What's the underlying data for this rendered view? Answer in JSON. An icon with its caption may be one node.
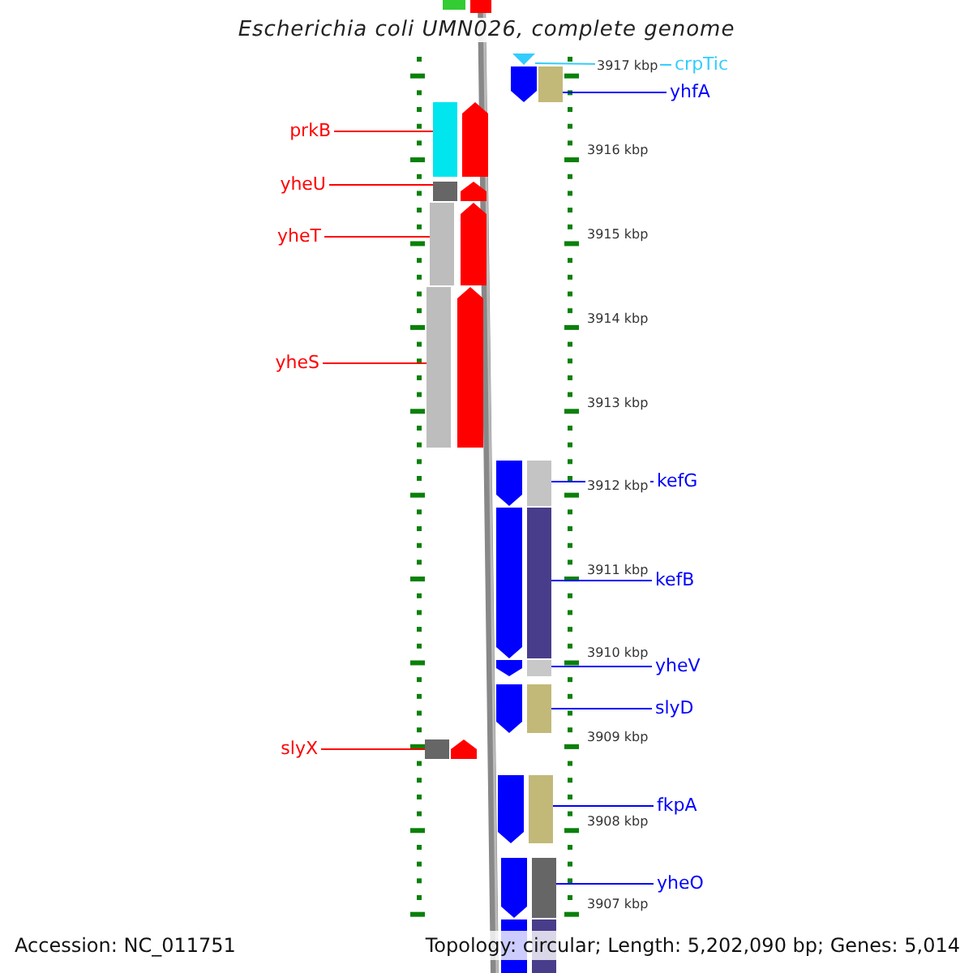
{
  "diagram": {
    "title": "Escherichia coli UMN026, complete genome",
    "nodes": [
      {
        "text": [
          "crpTic"
        ]
      },
      {
        "text": [],
        "shape": "arrow"
      },
      {
        "text": [
          "yhfA"
        ]
      },
      {
        "text": [],
        "shape": "arrow"
      },
      {
        "text": [
          "prkB"
        ]
      },
      {
        "text": [],
        "shape": "arrow"
      },
      {
        "text": [
          "yheU"
        ]
      },
      {
        "text": [],
        "shape": "arrow"
      },
      {
        "text": [
          "yheT"
        ]
      },
      {
        "text": [],
        "shape": "arrow"
      },
      {
        "text": [
          "yheS"
        ]
      },
      {
        "text": [],
        "shape": "arrow"
      },
      {
        "text": [
          "kefG"
        ]
      },
      {
        "text": [],
        "shape": "arrow"
      },
      {
        "text": [
          "kefB"
        ]
      },
      {
        "text": [],
        "shape": "arrow"
      },
      {
        "text": [
          "yheV"
        ]
      },
      {
        "text": [],
        "shape": "arrow"
      },
      {
        "text": [
          "slyD"
        ]
      },
      {
        "text": [],
        "shape": "arrow"
      },
      {
        "text": [
          "slyX"
        ]
      },
      {
        "text": [],
        "shape": "arrow"
      },
      {
        "text": [
          "fkpA"
        ]
      },
      {
        "text": [],
        "shape": "arrow"
      },
      {
        "text": [
          "yheO"
        ]
      },
      {
        "text": [],
        "shape": "arrow"
      }
    ],
    "edges": [
      {
        "from": 0,
        "to": 1,
        "arrow": "none",
        "color": "#33ccff"
      },
      {
        "from": 2,
        "to": 3,
        "arrow": "none"
      },
      {
        "from": 4,
        "to": 5,
        "arrow": "none",
        "color": "#ff0000"
      },
      {
        "from": 6,
        "to": 7,
        "arrow": "none",
        "color": "#ff0000"
      },
      {
        "from": 8,
        "to": 9,
        "arrow": "none",
        "color": "#ff0000"
      },
      {
        "from": 10,
        "to": 11,
        "arrow": "none",
        "color": "#ff0000"
      },
      {
        "from": 12,
        "to": 13,
        "arrow": "none"
      },
      {
        "from": 14,
        "to": 15,
        "arrow": "none"
      },
      {
        "from": 16,
        "to": 17,
        "arrow": "none"
      },
      {
        "from": 18,
        "to": 19,
        "arrow": "none"
      },
      {
        "from": 20,
        "to": 21,
        "arrow": "none",
        "color": "#ff0000"
      },
      {
        "from": 22,
        "to": 23,
        "arrow": "none"
      },
      {
        "from": 24,
        "to": 25,
        "arrow": "none"
      }
    ],
    "labels": [
      "3917 kbp",
      "3916 kbp",
      "3915 kbp",
      "3914 kbp",
      "3913 kbp",
      "3912 kbp",
      "3911 kbp",
      "3910 kbp",
      "3909 kbp",
      "3908 kbp",
      "3907 kbp",
      "Accession: NC_011751",
      "Topology: circular; Length: 5,202,090 bp; Genes: 5,014"
    ]
  }
}
